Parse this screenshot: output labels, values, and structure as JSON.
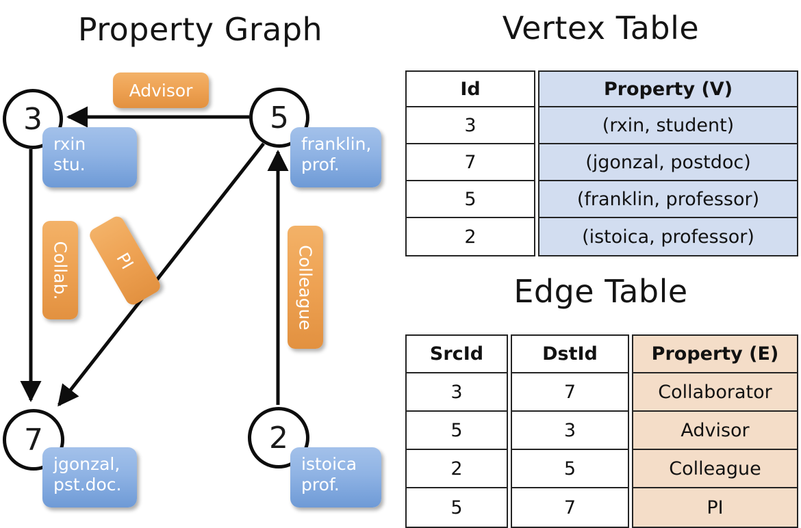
{
  "titles": {
    "property_graph": "Property Graph",
    "vertex_table": "Vertex Table",
    "edge_table": "Edge Table"
  },
  "colors": {
    "vertex_property_fill": "#d2ddf0",
    "edge_property_fill": "#f4ddc8",
    "node_box_blue": "#8fb3e4",
    "edge_label_orange": "#eea253",
    "stroke": "#0d0d0d"
  },
  "graph": {
    "nodes": [
      {
        "id": "3",
        "property_lines": [
          "rxin",
          "stu."
        ]
      },
      {
        "id": "5",
        "property_lines": [
          "franklin,",
          "prof."
        ]
      },
      {
        "id": "7",
        "property_lines": [
          "jgonzal,",
          "pst.doc."
        ]
      },
      {
        "id": "2",
        "property_lines": [
          "istoica",
          "prof."
        ]
      }
    ],
    "edge_labels": [
      {
        "name": "advisor",
        "text": "Advisor"
      },
      {
        "name": "collab",
        "text": "Collab."
      },
      {
        "name": "pi",
        "text": "PI"
      },
      {
        "name": "colleague",
        "text": "Colleague"
      }
    ],
    "edges": [
      {
        "src": "5",
        "dst": "3",
        "label": "Advisor"
      },
      {
        "src": "3",
        "dst": "7",
        "label": "Collab."
      },
      {
        "src": "5",
        "dst": "7",
        "label": "PI"
      },
      {
        "src": "2",
        "dst": "5",
        "label": "Colleague"
      }
    ]
  },
  "vertex_table": {
    "headers": [
      "Id",
      "Property (V)"
    ],
    "rows": [
      {
        "id": "3",
        "property": "(rxin, student)"
      },
      {
        "id": "7",
        "property": "(jgonzal, postdoc)"
      },
      {
        "id": "5",
        "property": "(franklin, professor)"
      },
      {
        "id": "2",
        "property": "(istoica, professor)"
      }
    ]
  },
  "edge_table": {
    "headers": [
      "SrcId",
      "DstId",
      "Property (E)"
    ],
    "rows": [
      {
        "src": "3",
        "dst": "7",
        "property": "Collaborator"
      },
      {
        "src": "5",
        "dst": "3",
        "property": "Advisor"
      },
      {
        "src": "2",
        "dst": "5",
        "property": "Colleague"
      },
      {
        "src": "5",
        "dst": "7",
        "property": "PI"
      }
    ]
  }
}
